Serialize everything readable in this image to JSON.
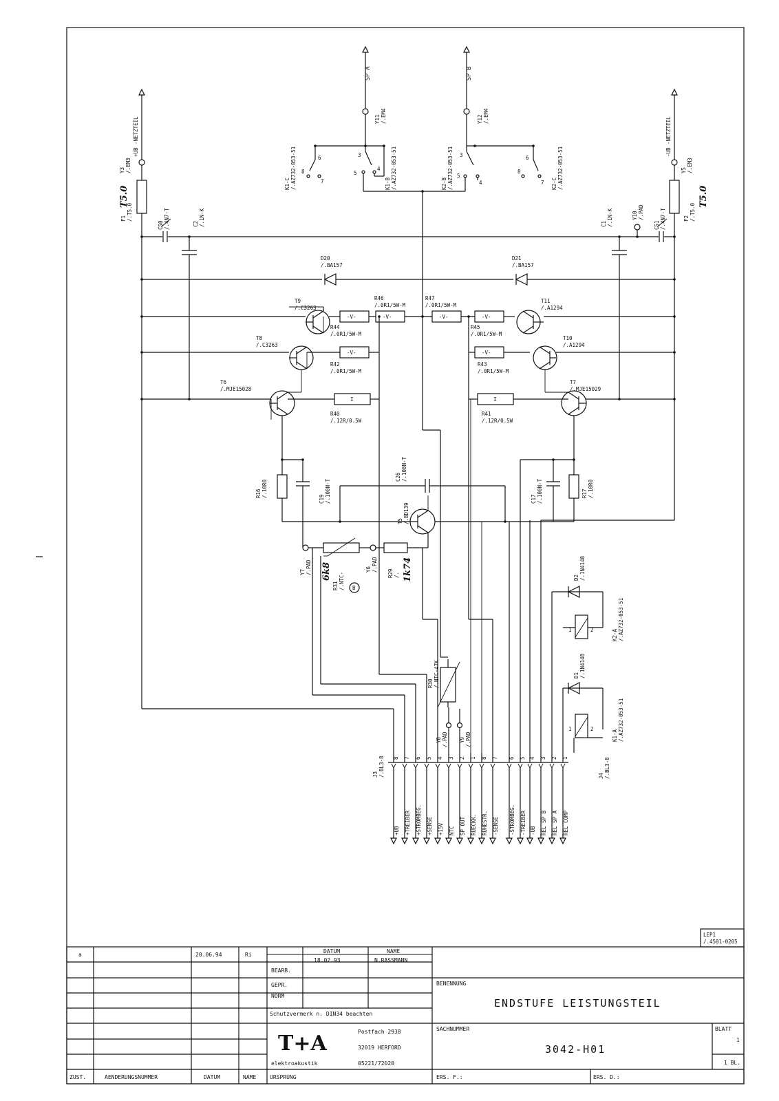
{
  "nets": {
    "sp_a": "SP A",
    "sp_b": "SP B",
    "netzteil_plus": "+UB -NETZTEIL",
    "netzteil_minus": "-UB -NETZTEIL"
  },
  "components": {
    "y3": {
      "ref": "Y3",
      "value": "/.EM3"
    },
    "y5": {
      "ref": "Y5",
      "value": "/.EM3"
    },
    "y11": {
      "ref": "Y11",
      "value": "/.EM4"
    },
    "y12": {
      "ref": "Y12",
      "value": "/.EM4"
    },
    "y10": {
      "ref": "Y10",
      "value": "/.PAD"
    },
    "y7": {
      "ref": "Y7",
      "value": "/.PAD"
    },
    "y6": {
      "ref": "Y6",
      "value": "/.PAD"
    },
    "y8": {
      "ref": "Y8",
      "value": "/.PAD"
    },
    "y9": {
      "ref": "Y9",
      "value": "/.PAD"
    },
    "f1": {
      "ref": "F1",
      "value": "/.T5.0",
      "hand": "T5.0"
    },
    "f2": {
      "ref": "F2",
      "value": "/.T5.0",
      "hand": "T5.0"
    },
    "c50": {
      "ref": "C50",
      "value": "/.4N7-T"
    },
    "c51": {
      "ref": "C51",
      "value": "/.4N7-T"
    },
    "c2": {
      "ref": "C2",
      "value": "/.1N-K"
    },
    "c1": {
      "ref": "C1",
      "value": "/.1N-K"
    },
    "k1c": {
      "ref": "K1-C",
      "value": "/.AZ732-053-51"
    },
    "k1b": {
      "ref": "K1-B",
      "value": "/.AZ732-053-51"
    },
    "k2b": {
      "ref": "K2-B",
      "value": "/.AZ732-053-51"
    },
    "k2c": {
      "ref": "K2-C",
      "value": "/.AZ732-053-51"
    },
    "d20": {
      "ref": "D20",
      "value": "/.BA157"
    },
    "d21": {
      "ref": "D21",
      "value": "/.BA157"
    },
    "t9": {
      "ref": "T9",
      "value": "/.C3263"
    },
    "t8": {
      "ref": "T8",
      "value": "/.C3263"
    },
    "t11": {
      "ref": "T11",
      "value": "/.A1294"
    },
    "t10": {
      "ref": "T10",
      "value": "/.A1294"
    },
    "t6": {
      "ref": "T6",
      "value": "/.MJE15028"
    },
    "t7": {
      "ref": "T7",
      "value": "/.MJE15029"
    },
    "t5": {
      "ref": "T5",
      "value": "/.BD139"
    },
    "r46": {
      "ref": "R46",
      "value": "/.0R1/5W-M"
    },
    "r47": {
      "ref": "R47",
      "value": "/.0R1/5W-M"
    },
    "r44": {
      "ref": "R44",
      "value": "/.0R1/5W-M"
    },
    "r45": {
      "ref": "R45",
      "value": "/.0R1/5W-M"
    },
    "r42": {
      "ref": "R42",
      "value": "/.0R1/5W-M"
    },
    "r43": {
      "ref": "R43",
      "value": "/.0R1/5W-M"
    },
    "r40": {
      "ref": "R40",
      "value": "/.12R/0.5W"
    },
    "r41": {
      "ref": "R41",
      "value": "/.12R/0.5W"
    },
    "r16": {
      "ref": "R16",
      "value": "/.10R0"
    },
    "r17": {
      "ref": "R17",
      "value": "/.10R0"
    },
    "c19": {
      "ref": "C19",
      "value": "/.100N-T"
    },
    "c17": {
      "ref": "C17",
      "value": "/.100N-T"
    },
    "c26": {
      "ref": "C26",
      "value": "/.100N-T"
    },
    "r31": {
      "ref": "R31",
      "value": "/.NTC-",
      "hand": "6k8"
    },
    "r29": {
      "ref": "R29",
      "value": "/.",
      "hand": "1k74"
    },
    "r30": {
      "ref": "R30",
      "value": "/.NTC-47K"
    },
    "d2": {
      "ref": "D2",
      "value": "/.1N4148"
    },
    "d1": {
      "ref": "D1",
      "value": "/.1N4148"
    },
    "k2a": {
      "ref": "K2-A",
      "value": "/.AZ732-053-51"
    },
    "k1a": {
      "ref": "K1-A",
      "value": "/.AZ732-053-51"
    },
    "j3": {
      "ref": "J3",
      "value": "/.BL3-8"
    },
    "j4": {
      "ref": "J4",
      "value": "/.BL3-8"
    },
    "res_symbol": "-V-",
    "res_plain": "I",
    "r31_marker": "B"
  },
  "relay_pins": {
    "k1c": [
      "8",
      "7",
      "6"
    ],
    "k1b": [
      "3",
      "5",
      "4"
    ],
    "k2b": [
      "3",
      "5",
      "4"
    ],
    "k2c": [
      "6",
      "8",
      "7"
    ],
    "coil": [
      "1",
      "2"
    ]
  },
  "connectors": {
    "j3_pins": [
      "8",
      "7",
      "6",
      "5",
      "4",
      "3",
      "2",
      "1"
    ],
    "j3_signals": [
      "+UB",
      "+TREIBER",
      "+STROMBEG.",
      "+SENSE",
      "+15V",
      "NTC",
      "SP OUT",
      "RUECKK."
    ],
    "j4_pins": [
      "8",
      "7",
      "6",
      "5",
      "4",
      "3",
      "2",
      "1"
    ],
    "j4_signals": [
      "RUHESTR.",
      "-SENSE",
      "-STROMBEG.",
      "-TREIBER",
      "-UB",
      "REL SP B",
      "REL SP A",
      "REL COMP"
    ]
  },
  "lep_box": {
    "line1": "LEP1",
    "line2": "/.4501-0205"
  },
  "title_block": {
    "rev_letter": "a",
    "rev_date": "20.06.94",
    "rev_name": "Ri",
    "col_datum": "DATUM",
    "col_name": "NAME",
    "bearb_label": "BEARB.",
    "bearb_date": "18.02.93",
    "bearb_name": "N.RASSMANN",
    "gepr_label": "GEPR.",
    "norm_label": "NORM",
    "schutz": "Schutzvermerk n. DIN34 beachten",
    "logo": "T+A",
    "logo_sub": "elektroakustik",
    "addr1": "Postfach 2938",
    "addr2": "32019 HERFORD",
    "addr3": "05221/72020",
    "benennung_label": "BENENNUNG",
    "benennung": "ENDSTUFE LEISTUNGSTEIL",
    "sachnummer_label": "SACHNUMMER",
    "sachnummer": "3042-H01",
    "blatt_label": "BLATT",
    "blatt": "1",
    "blatt_total": "1 BL.",
    "zust": "ZUST.",
    "aenderungsnummer": "AENDERUNGSNUMMER",
    "datum": "DATUM",
    "name": "NAME",
    "ursprung": "URSPRUNG",
    "ers_f": "ERS. F.:",
    "ers_d": "ERS. D.:"
  }
}
